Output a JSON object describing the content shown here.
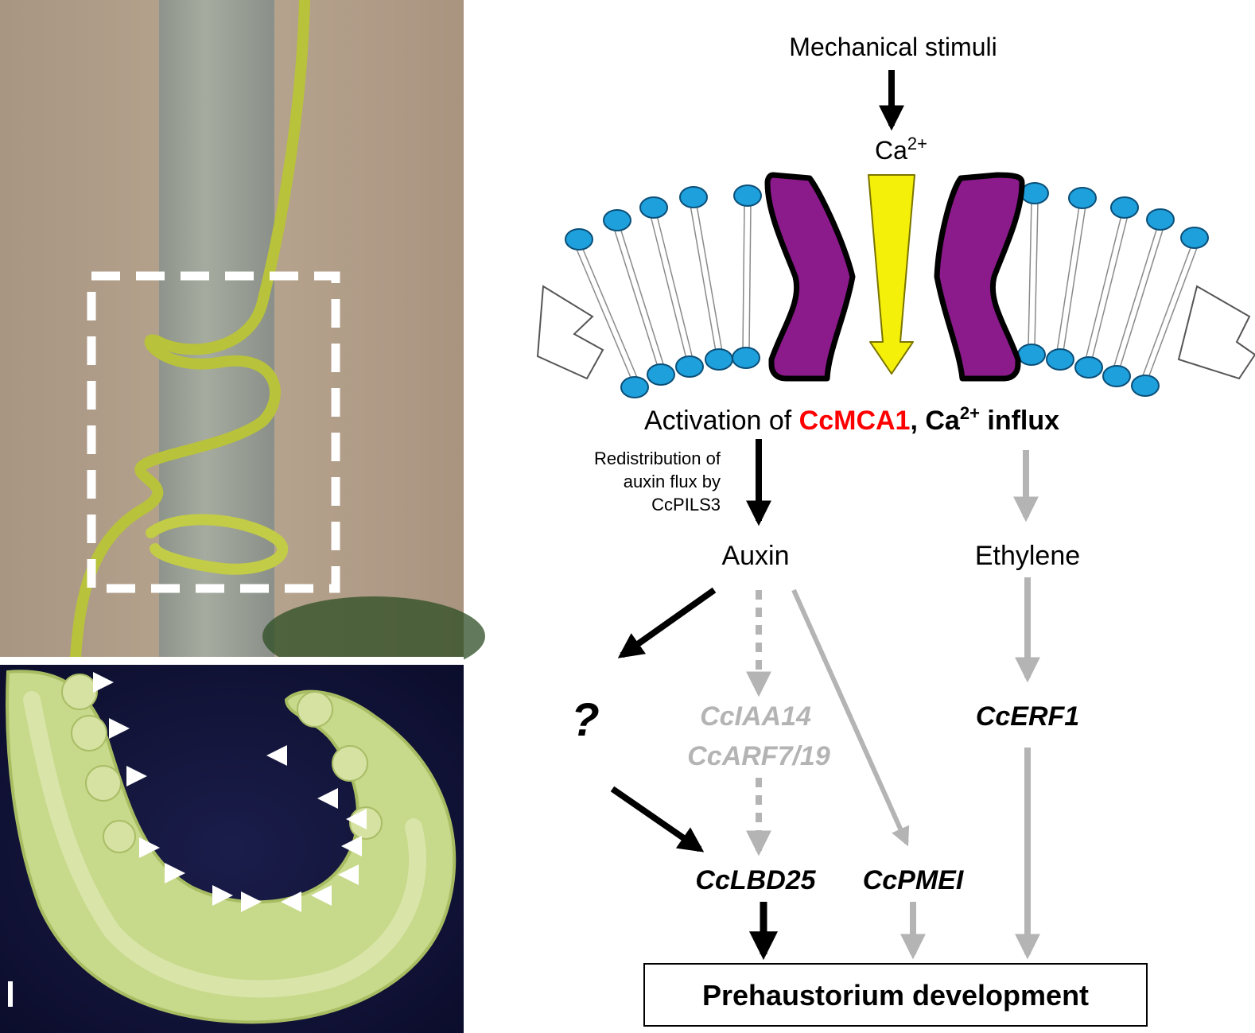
{
  "photos": {
    "top": {
      "description_icon": "tendril-coiling-photo"
    },
    "bottom": {
      "description_icon": "prehaustoria-photo",
      "arrowhead_count": 14
    }
  },
  "diagram": {
    "stimulus": "Mechanical stimuli",
    "calcium_base": "Ca",
    "calcium_sup": "2+",
    "activation": {
      "prefix": "Activation of ",
      "gene": "CcMCA1",
      "comma": ", ",
      "influx_base": "Ca",
      "influx_sup": "2+",
      "influx_suffix": " influx"
    },
    "redistribution": [
      "Redistribution of",
      "auxin flux by",
      "CcPILS3"
    ],
    "auxin": "Auxin",
    "ethylene": "Ethylene",
    "unknown": "?",
    "ccIAA14": "CcIAA14",
    "ccARF": "CcARF7/19",
    "ccERF1": "CcERF1",
    "ccLBD25": "CcLBD25",
    "ccPMEI": "CcPMEI",
    "outcome": "Prehaustorium development"
  },
  "colors": {
    "black_arrow": "#000000",
    "gray_arrow": "#b4b4b4",
    "highlight_gene": "#ff0000",
    "lipid_head": "#1ea0dc",
    "channel": "#8b1a8b",
    "calcium_flow": "#f5f00a",
    "photo_top_bg": "#b09c86",
    "photo_bottom_bg": "#12133a"
  }
}
